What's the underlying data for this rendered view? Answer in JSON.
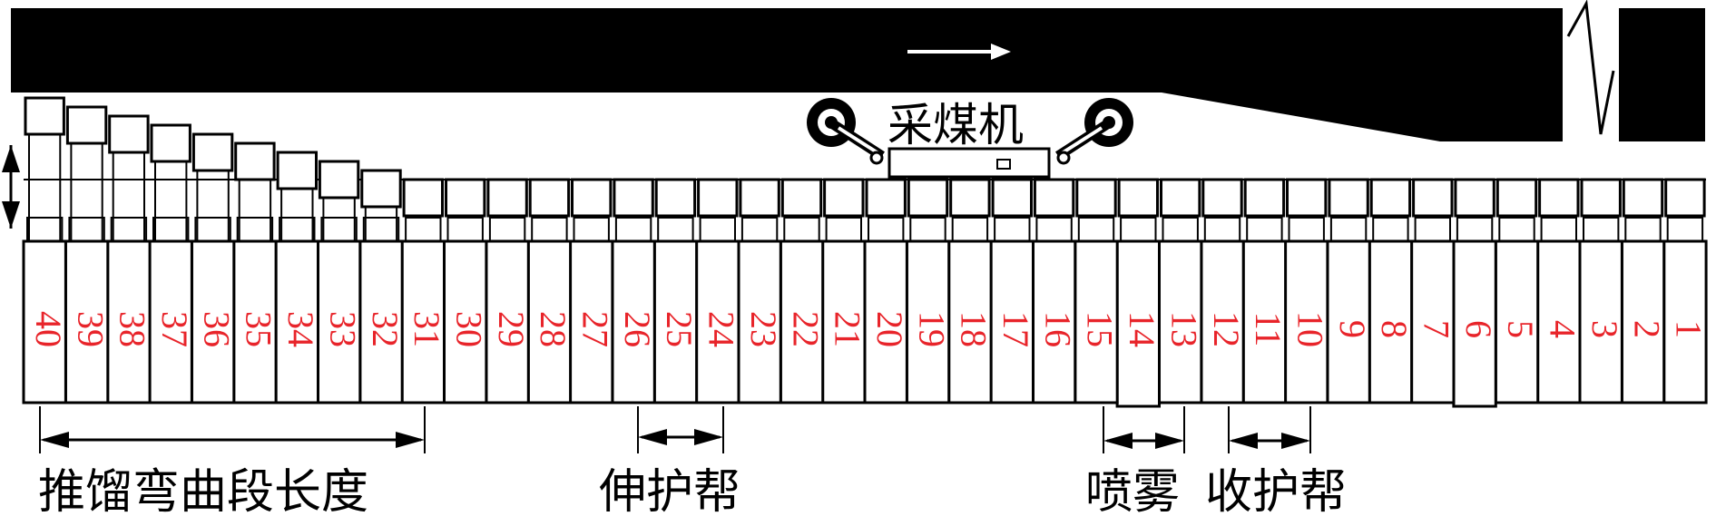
{
  "colors": {
    "ink": "#000000",
    "number": "#e8242a",
    "arrow_on_seam": "#ffffff",
    "background": "#ffffff"
  },
  "labels": {
    "shearer": "采煤机",
    "bend_length": "推馏弯曲段长度",
    "extend_guard": "伸护帮",
    "spray": "喷雾",
    "retract_guard": "收护帮"
  },
  "supports": {
    "count": 40,
    "numbers": [
      "1",
      "2",
      "3",
      "4",
      "5",
      "6",
      "7",
      "8",
      "9",
      "10",
      "11",
      "12",
      "13",
      "14",
      "15",
      "16",
      "17",
      "18",
      "19",
      "20",
      "21",
      "22",
      "23",
      "24",
      "25",
      "26",
      "27",
      "28",
      "29",
      "30",
      "31",
      "32",
      "33",
      "34",
      "35",
      "36",
      "37",
      "38",
      "39",
      "40"
    ]
  },
  "icons": {
    "direction": "right-arrow-icon",
    "break": "break-line-icon",
    "cutting_drum": "cutting-drum-icon",
    "double_arrow": "double-arrow-icon"
  }
}
